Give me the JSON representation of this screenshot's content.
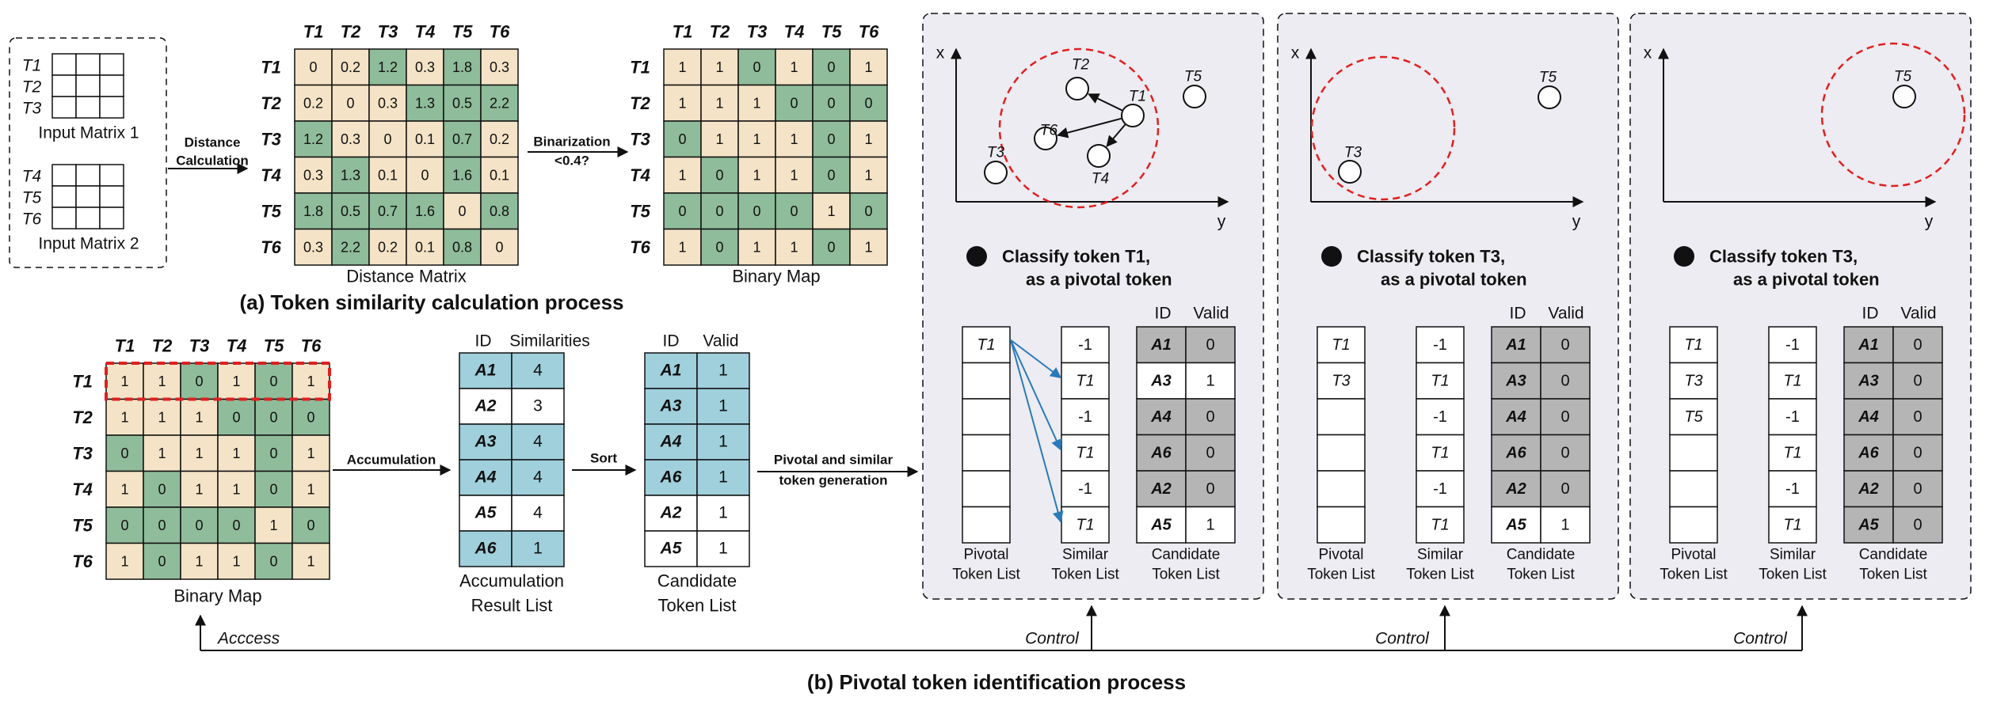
{
  "tokens": [
    "T1",
    "T2",
    "T3",
    "T4",
    "T5",
    "T6"
  ],
  "input_matrix_1": {
    "rows": [
      "T1",
      "T2",
      "T3"
    ],
    "label": "Input Matrix 1"
  },
  "input_matrix_2": {
    "rows": [
      "T4",
      "T5",
      "T6"
    ],
    "label": "Input Matrix 2"
  },
  "arrows": {
    "distance": [
      "Distance",
      "Calculation"
    ],
    "binarization": [
      "Binarization",
      "<0.4?"
    ],
    "accumulation": "Accumulation",
    "sort": "Sort",
    "pivotal_gen": [
      "Pivotal and similar",
      "token generation"
    ]
  },
  "distance_matrix": {
    "label": "Distance Matrix",
    "values": [
      [
        "0",
        "0.2",
        "1.2",
        "0.3",
        "1.8",
        "0.3"
      ],
      [
        "0.2",
        "0",
        "0.3",
        "1.3",
        "0.5",
        "2.2"
      ],
      [
        "1.2",
        "0.3",
        "0",
        "0.1",
        "0.7",
        "0.2"
      ],
      [
        "0.3",
        "1.3",
        "0.1",
        "0",
        "1.6",
        "0.1"
      ],
      [
        "1.8",
        "0.5",
        "0.7",
        "1.6",
        "0",
        "0.8"
      ],
      [
        "0.3",
        "2.2",
        "0.2",
        "0.1",
        "0.8",
        "0"
      ]
    ]
  },
  "binary_map": {
    "label": "Binary Map",
    "values": [
      [
        "1",
        "1",
        "0",
        "1",
        "0",
        "1"
      ],
      [
        "1",
        "1",
        "1",
        "0",
        "0",
        "0"
      ],
      [
        "0",
        "1",
        "1",
        "1",
        "0",
        "1"
      ],
      [
        "1",
        "0",
        "1",
        "1",
        "0",
        "1"
      ],
      [
        "0",
        "0",
        "0",
        "0",
        "1",
        "0"
      ],
      [
        "1",
        "0",
        "1",
        "1",
        "0",
        "1"
      ]
    ]
  },
  "caption_a": "(a) Token similarity calculation process",
  "caption_b": "(b) Pivotal token identification process",
  "accumulation_list": {
    "headers": [
      "ID",
      "Similarities"
    ],
    "rows": [
      [
        "A1",
        "4"
      ],
      [
        "A2",
        "3"
      ],
      [
        "A3",
        "4"
      ],
      [
        "A4",
        "4"
      ],
      [
        "A5",
        "4"
      ],
      [
        "A6",
        "1"
      ]
    ],
    "label": [
      "Accumulation",
      "Result List"
    ]
  },
  "candidate_list": {
    "headers": [
      "ID",
      "Valid"
    ],
    "rows": [
      [
        "A1",
        "1"
      ],
      [
        "A3",
        "1"
      ],
      [
        "A4",
        "1"
      ],
      [
        "A6",
        "1"
      ],
      [
        "A2",
        "1"
      ],
      [
        "A5",
        "1"
      ]
    ],
    "label": [
      "Candidate",
      "Token List"
    ]
  },
  "control_labels": {
    "access": "Acccess",
    "control": "Control"
  },
  "axes": {
    "x": "x",
    "y": "y"
  },
  "panels": [
    {
      "step": "1",
      "title": [
        "Classify token T1,",
        "as a pivotal token"
      ],
      "plot_tokens": [
        "T2",
        "T6",
        "T1",
        "T3",
        "T4",
        "T5"
      ],
      "pivotal": [
        "T1",
        "",
        "",
        "",
        "",
        ""
      ],
      "similar": [
        "-1",
        "T1",
        "-1",
        "T1",
        "-1",
        "T1"
      ],
      "cand_headers": [
        "ID",
        "Valid"
      ],
      "candidate": [
        [
          "A1",
          "0"
        ],
        [
          "A3",
          "1"
        ],
        [
          "A4",
          "0"
        ],
        [
          "A6",
          "0"
        ],
        [
          "A2",
          "0"
        ],
        [
          "A5",
          "1"
        ]
      ],
      "labels": [
        [
          "Pivotal",
          "Token List"
        ],
        [
          "Similar",
          "Token List"
        ],
        [
          "Candidate",
          "Token List"
        ]
      ]
    },
    {
      "step": "2",
      "title": [
        "Classify token T3,",
        "as a pivotal token"
      ],
      "plot_tokens": [
        "T5",
        "T3"
      ],
      "pivotal": [
        "T1",
        "T3",
        "",
        "",
        "",
        ""
      ],
      "similar": [
        "-1",
        "T1",
        "-1",
        "T1",
        "-1",
        "T1"
      ],
      "cand_headers": [
        "ID",
        "Valid"
      ],
      "candidate": [
        [
          "A1",
          "0"
        ],
        [
          "A3",
          "0"
        ],
        [
          "A4",
          "0"
        ],
        [
          "A6",
          "0"
        ],
        [
          "A2",
          "0"
        ],
        [
          "A5",
          "1"
        ]
      ],
      "labels": [
        [
          "Pivotal",
          "Token List"
        ],
        [
          "Similar",
          "Token List"
        ],
        [
          "Candidate",
          "Token List"
        ]
      ]
    },
    {
      "step": "2",
      "title": [
        "Classify token T3,",
        "as a pivotal token"
      ],
      "plot_tokens": [
        "T5"
      ],
      "pivotal": [
        "T1",
        "T3",
        "T5",
        "",
        "",
        ""
      ],
      "similar": [
        "-1",
        "T1",
        "-1",
        "T1",
        "-1",
        "T1"
      ],
      "cand_headers": [
        "ID",
        "Valid"
      ],
      "candidate": [
        [
          "A1",
          "0"
        ],
        [
          "A3",
          "0"
        ],
        [
          "A4",
          "0"
        ],
        [
          "A6",
          "0"
        ],
        [
          "A2",
          "0"
        ],
        [
          "A5",
          "0"
        ]
      ],
      "labels": [
        [
          "Pivotal",
          "Token List"
        ],
        [
          "Similar",
          "Token List"
        ],
        [
          "Candidate",
          "Token List"
        ]
      ]
    }
  ],
  "colors": {
    "green": "#8fbc9a",
    "tan": "#f4e3c6",
    "blue": "#9fd0dc",
    "gray": "#b5b5b5",
    "red": "#e02020",
    "arrow_blue": "#2a7ab8",
    "panel_bg": "#ececf2"
  }
}
